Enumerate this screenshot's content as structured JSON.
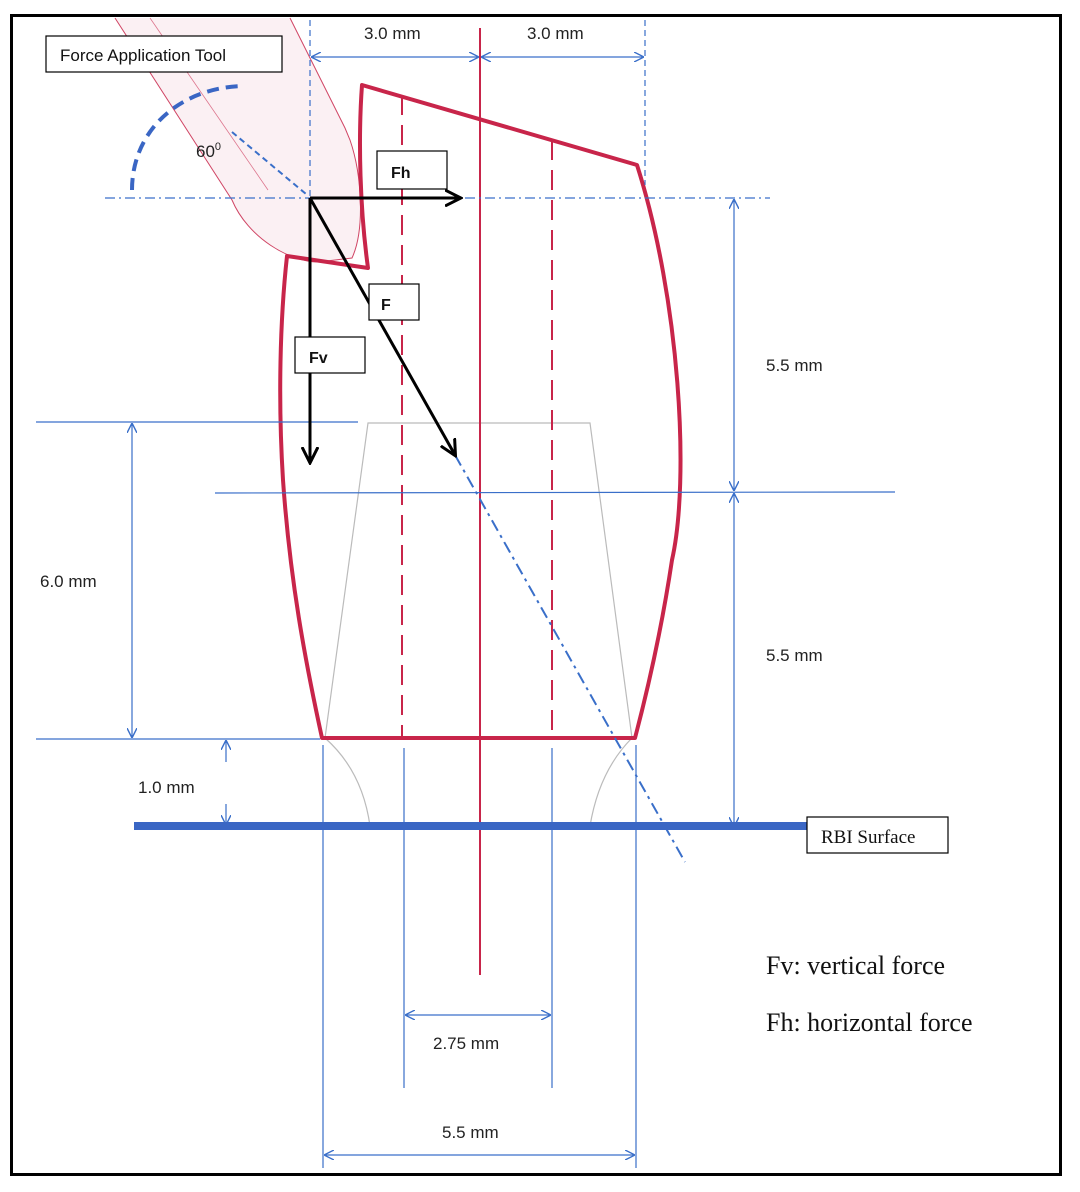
{
  "labels": {
    "tool": "Force Application Tool",
    "angle": "60",
    "angle_sup": "0",
    "surface": "RBI Surface"
  },
  "forces": {
    "fh": "Fh",
    "f": "F",
    "fv": "Fv"
  },
  "dimensions": {
    "top_left": "3.0 mm",
    "top_right": "3.0 mm",
    "right_upper": "5.5 mm",
    "right_lower": "5.5 mm",
    "left_height": "6.0 mm",
    "gap": "1.0 mm",
    "inner_width": "2.75 mm",
    "base_width": "5.5 mm"
  },
  "legend": {
    "fv": "Fv: vertical force",
    "fh": "Fh: horizontal force"
  },
  "colors": {
    "crown": "#c8254a",
    "dimension": "#3a6fc9",
    "surface": "#3a66c4",
    "force": "#000000",
    "tool": "#c8254a"
  }
}
